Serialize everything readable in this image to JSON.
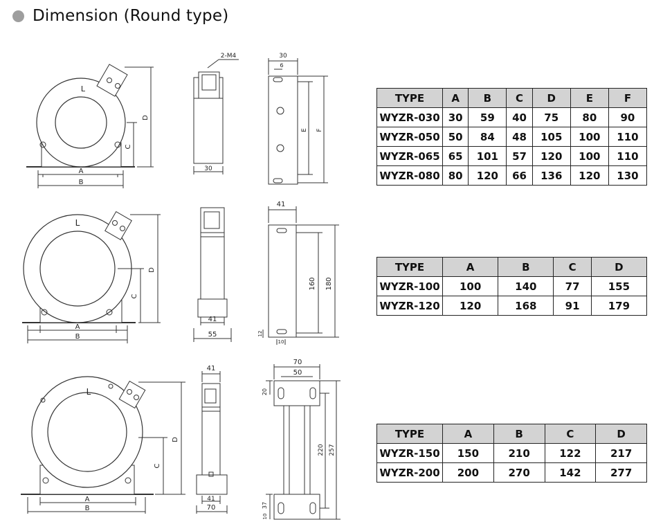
{
  "page_title": "Dimension (Round type)",
  "drawings": {
    "row1": {
      "front_view": {
        "label_center": "L",
        "label_a": "A",
        "label_b": "B",
        "label_c": "C",
        "label_d": "D"
      },
      "side_view": {
        "label_screw": "2-M4",
        "label_width": "30"
      },
      "end_view": {
        "label_top": "30",
        "label_slot": "6",
        "label_e": "E",
        "label_f": "F"
      }
    },
    "row2": {
      "front_view": {
        "label_center": "L",
        "label_a": "A",
        "label_b": "B",
        "label_c": "C",
        "label_d": "D"
      },
      "side_view": {
        "label_inner": "41",
        "label_outer": "55"
      },
      "end_view": {
        "label_top": "41",
        "label_160": "160",
        "label_180": "180",
        "label_12": "12",
        "label_10": "10"
      }
    },
    "row3": {
      "front_view": {
        "label_center": "L",
        "label_a": "A",
        "label_b": "B",
        "label_c": "C",
        "label_d": "D"
      },
      "side_view": {
        "label_top": "41",
        "label_inner": "41",
        "label_outer": "70"
      },
      "end_view": {
        "label_70": "70",
        "label_50": "50",
        "label_20": "20",
        "label_220": "220",
        "label_257": "257",
        "label_37": "37",
        "label_10": "10"
      }
    }
  },
  "tables": [
    {
      "headers": [
        "TYPE",
        "A",
        "B",
        "C",
        "D",
        "E",
        "F"
      ],
      "rows": [
        [
          "WYZR-030",
          "30",
          "59",
          "40",
          "75",
          "80",
          "90"
        ],
        [
          "WYZR-050",
          "50",
          "84",
          "48",
          "105",
          "100",
          "110"
        ],
        [
          "WYZR-065",
          "65",
          "101",
          "57",
          "120",
          "100",
          "110"
        ],
        [
          "WYZR-080",
          "80",
          "120",
          "66",
          "136",
          "120",
          "130"
        ]
      ]
    },
    {
      "headers": [
        "TYPE",
        "A",
        "B",
        "C",
        "D"
      ],
      "rows": [
        [
          "WYZR-100",
          "100",
          "140",
          "77",
          "155"
        ],
        [
          "WYZR-120",
          "120",
          "168",
          "91",
          "179"
        ]
      ]
    },
    {
      "headers": [
        "TYPE",
        "A",
        "B",
        "C",
        "D"
      ],
      "rows": [
        [
          "WYZR-150",
          "150",
          "210",
          "122",
          "217"
        ],
        [
          "WYZR-200",
          "200",
          "270",
          "142",
          "277"
        ]
      ]
    }
  ]
}
